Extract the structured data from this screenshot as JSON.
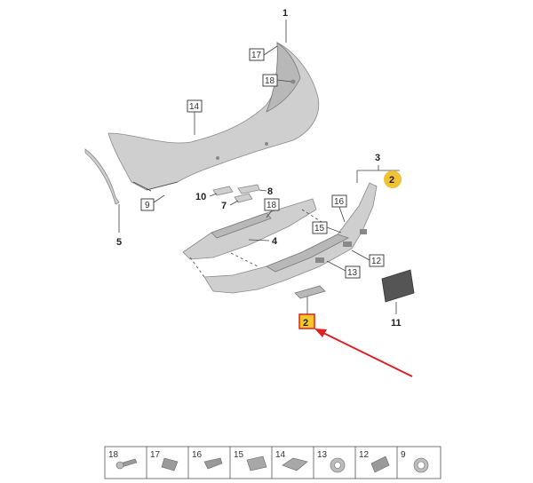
{
  "callouts": {
    "c1": "1",
    "c3": "3",
    "c4": "4",
    "c5": "5",
    "c7": "7",
    "c8": "8",
    "c10": "10",
    "c11": "11",
    "b9": "9",
    "b12": "12",
    "b13": "13",
    "b14": "14",
    "b15": "15",
    "b16": "16",
    "b17": "17",
    "b18a": "18",
    "b18b": "18",
    "badge": "2",
    "highlight": "2"
  },
  "parts_strip": [
    "18",
    "17",
    "16",
    "15",
    "14",
    "13",
    "12",
    "9"
  ],
  "colors": {
    "badge": "#f2c236",
    "highlight_fill": "#f6c62b",
    "highlight_border": "#e02020",
    "arrow": "#e02020"
  }
}
